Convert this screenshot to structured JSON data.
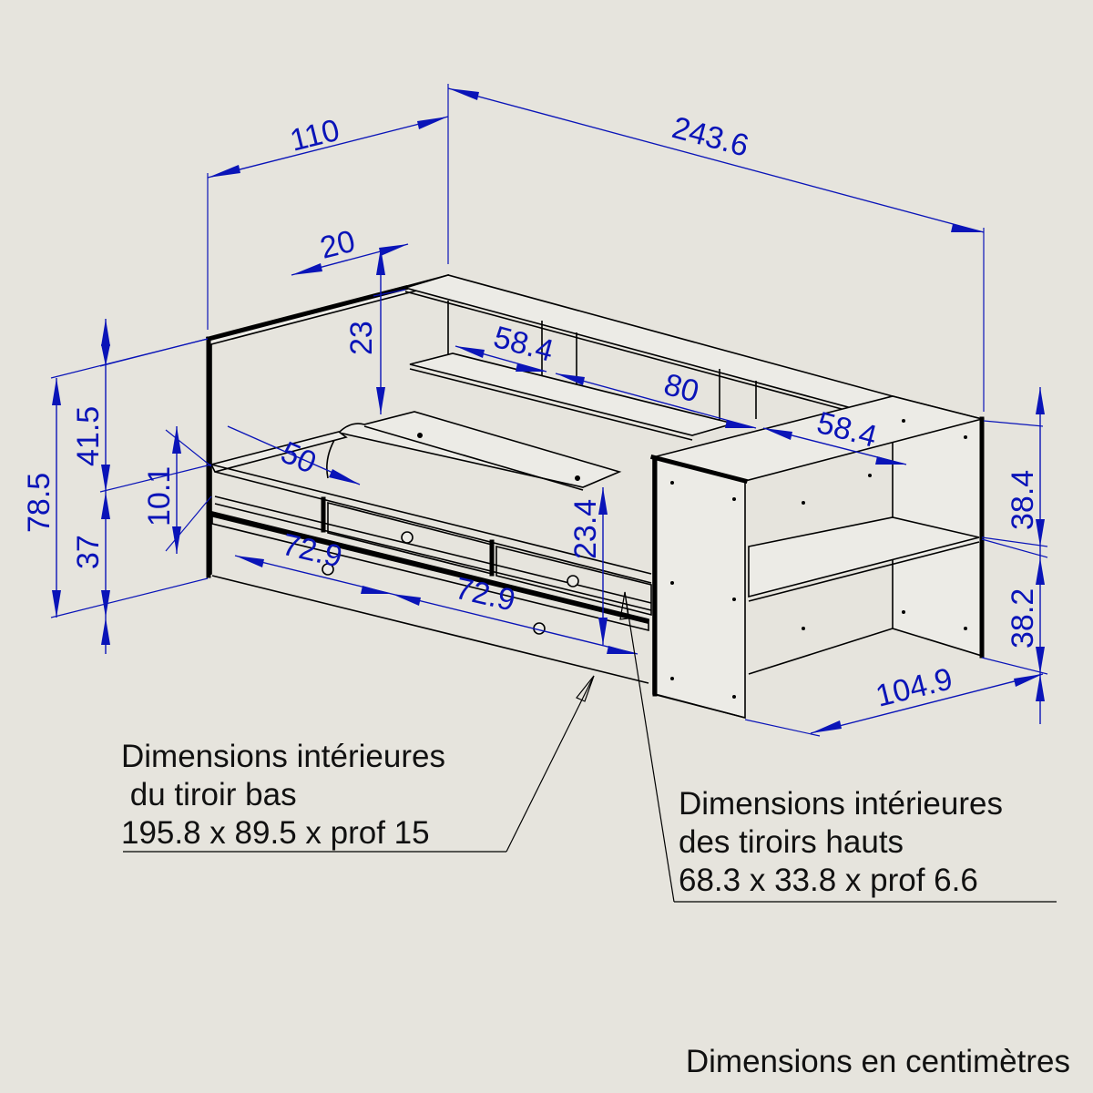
{
  "dimensions": {
    "overall_depth": "110",
    "overall_length": "243.6",
    "top_shelf_depth": "20",
    "top_shelf_height": "23",
    "niche_width_left": "58.4",
    "niche_width_middle": "80",
    "niche_width_right": "58.4",
    "shelf_depth": "50",
    "total_height": "78.5",
    "upper_height": "41.5",
    "lower_height": "37",
    "drawer_gap": "10.1",
    "drawer_width_left": "72.9",
    "drawer_width_right": "72.9",
    "drawer_front_height": "23.4",
    "side_upper": "38.4",
    "side_lower": "38.2",
    "side_depth": "104.9"
  },
  "notes": {
    "lower_drawer": {
      "line1": "Dimensions intérieures",
      "line2": " du tiroir bas",
      "line3": "195.8 x 89.5 x prof 15"
    },
    "upper_drawers": {
      "line1": "Dimensions intérieures",
      "line2": "des tiroirs hauts",
      "line3": "68.3 x 33.8 x prof 6.6"
    }
  },
  "footer": "Dimensions en centimètres",
  "colors": {
    "background": "#e6e4dd",
    "dimension": "#0a14b8",
    "outline": "#000000"
  }
}
